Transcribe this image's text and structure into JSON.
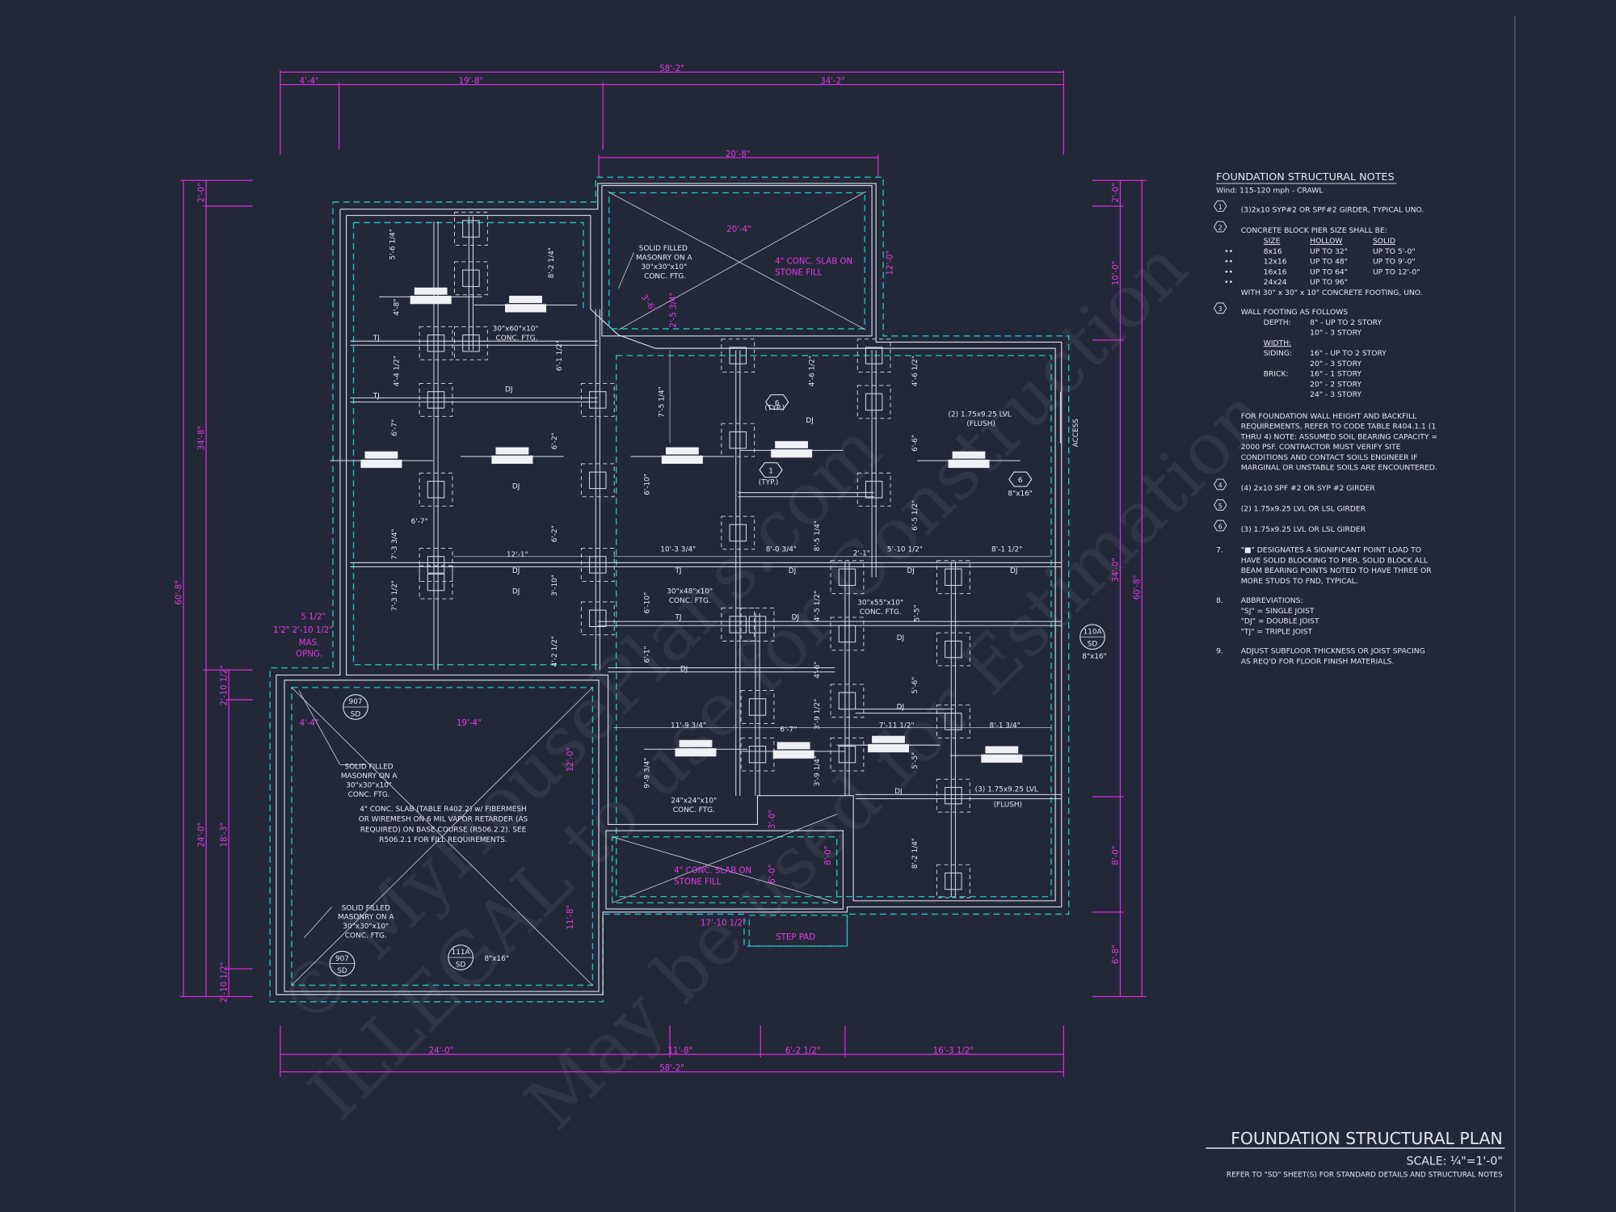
{
  "colors": {
    "background": "#232839",
    "dimension": "#d32bd6",
    "footing_dashed": "#27b9bd",
    "wall": "#d7dbe6"
  },
  "watermark": [
    "© MyHousePlans.com",
    "ILLEGAL to use for Construction",
    "May be used for Estimation"
  ],
  "title_block": {
    "title": "FOUNDATION STRUCTURAL PLAN",
    "scale": "SCALE: ¼\"=1'-0\"",
    "refer": "REFER TO \"SD\" SHEET(S) FOR STANDARD DETAILS AND STRUCTURAL NOTES"
  },
  "notes": {
    "title": "FOUNDATION STRUCTURAL NOTES",
    "subtitle": "Wind: 115-120 mph - CRAWL",
    "n1": {
      "mark": "1",
      "text": "(3)2x10 SYP#2 OR SPF#2 GIRDER, TYPICAL UNO."
    },
    "n2": {
      "mark": "2",
      "text": "CONCRETE BLOCK PIER SIZE SHALL BE:",
      "header": [
        "SIZE",
        "HOLLOW",
        "SOLID"
      ],
      "rows": [
        [
          "8x16",
          "UP TO 32\"",
          "UP TO 5'-0\""
        ],
        [
          "12x16",
          "UP TO 48\"",
          "UP TO 9'-0\""
        ],
        [
          "16x16",
          "UP TO 64\"",
          "UP TO 12'-0\""
        ],
        [
          "24x24",
          "UP TO 96\"",
          ""
        ]
      ],
      "footing": "WITH 30\" x 30\" x 10\" CONCRETE FOOTING, UNO."
    },
    "n3": {
      "mark": "3",
      "text": "WALL FOOTING AS FOLLOWS",
      "depth_label": "DEPTH:",
      "depth": [
        "8\" - UP TO 2 STORY",
        "10\" - 3 STORY"
      ],
      "width_label": "WIDTH:",
      "siding_label": "SIDING:",
      "siding": [
        "16\" - UP TO 2 STORY",
        "20\" - 3 STORY"
      ],
      "brick_label": "BRICK:",
      "brick": [
        "16\" - 1 STORY",
        "20\" - 2 STORY",
        "24\" - 3 STORY"
      ]
    },
    "backfill": [
      "FOR FOUNDATION WALL HEIGHT AND BACKFILL",
      "REQUIREMENTS, REFER TO CODE TABLE R404.1.1 (1",
      "THRU 4) NOTE: ASSUMED SOIL BEARING CAPACITY =",
      "2000 PSF. CONTRACTOR MUST VERIFY SITE",
      "CONDITIONS AND CONTACT SOILS ENGINEER IF",
      "MARGINAL OR UNSTABLE SOILS ARE ENCOUNTERED."
    ],
    "n4": {
      "mark": "4",
      "text": "(4) 2x10 SPF #2 OR SYP #2 GIRDER"
    },
    "n5": {
      "mark": "5",
      "text": "(2) 1.75x9.25 LVL OR LSL GIRDER"
    },
    "n6": {
      "mark": "6",
      "text": "(3) 1.75x9.25 LVL OR LSL GIRDER"
    },
    "n7": {
      "mark": "7.",
      "lines": [
        "\"■\" DESIGNATES A SIGNIFICANT POINT LOAD TO",
        "HAVE SOLID BLOCKING TO  PIER. SOLID BLOCK ALL",
        "BEAM BEARING POINTS NOTED TO HAVE THREE OR",
        "MORE STUDS TO FND, TYPICAL."
      ]
    },
    "n8": {
      "mark": "8.",
      "text": "ABBREVIATIONS:",
      "items": [
        "\"SJ\" = SINGLE JOIST",
        "\"DJ\" = DOUBLE JOIST",
        "\"TJ\" = TRIPLE JOIST"
      ]
    },
    "n9": {
      "mark": "9.",
      "lines": [
        "ADJUST SUBFLOOR THICKNESS OR JOIST SPACING",
        "AS REQ'D FOR FLOOR FINISH MATERIALS."
      ]
    }
  },
  "dims": {
    "top_overall": "58'-2\"",
    "top_a": "4'-4\"",
    "top_b": "19'-8\"",
    "top_c": "34'-2\"",
    "top_porch": "20'-8\"",
    "bottom_overall": "58'-2\"",
    "bottom_a": "24'-0\"",
    "bottom_b": "11'-8\"",
    "bottom_c": "6'-2 1/2\"",
    "bottom_d": "16'-3 1/2\"",
    "left_overall": "60'-8\"",
    "left_a": "2'-0\"",
    "left_b": "34'-8\"",
    "left_c": "24'-0\"",
    "left_d": "2'-10 1/2\"",
    "left_e": "18'-3\"",
    "left_f": "2'-10 1/2\"",
    "right_overall": "60'-8\"",
    "right_a": "2'-0\"",
    "right_b": "10'-0\"",
    "right_c": "34'-0\"",
    "right_d": "8'-0\"",
    "right_e": "6'-8\""
  },
  "plan": {
    "porch_top": {
      "width": "20'-4\"",
      "depth": "12'-0\"",
      "slab": [
        "4\" CONC. SLAB ON",
        "STONE FILL"
      ],
      "diag_a": "3'-6\"",
      "diag_b": "2'-5 3/4\""
    },
    "solid_filled": [
      "SOLID FILLED",
      "MASONRY ON A",
      "30\"x30\"x10\"",
      "CONC. FTG."
    ],
    "ftg_30x60": [
      "30\"x60\"x10\"",
      "CONC. FTG."
    ],
    "ftg_30x48": [
      "30\"x48\"x10\"",
      "CONC. FTG."
    ],
    "ftg_30x55": [
      "30\"x55\"x10\"",
      "CONC. FTG."
    ],
    "ftg_24x24": [
      "24\"x24\"x10\"",
      "CONC. FTG."
    ],
    "typ": "(TYP.)",
    "lvl2": [
      "(2) 1.75x9.25 LVL",
      "(FLUSH)"
    ],
    "lvl3": [
      "(3) 1.75x9.25 LVL",
      "(FLUSH)"
    ],
    "access": "ACCESS",
    "vent": "8\"x16\"",
    "tags": {
      "t110a": [
        "110A",
        "SD"
      ],
      "t907": [
        "907",
        "SD"
      ],
      "t111a": [
        "111A",
        "SD"
      ]
    },
    "hex_marks": [
      "6",
      "1"
    ],
    "mas_opng": [
      "5 1/2\"",
      "1'2\"  2'-10 1/2\"",
      "MAS.",
      "OPNG."
    ],
    "garage": {
      "width_a": "4'-4\"",
      "width_b": "19'-4\"",
      "depth_a": "12'-0\"",
      "depth_b": "11'-8\"",
      "slab_note": [
        "4\" CONC. SLAB (TABLE R402.2) w/ FIBERMESH",
        "OR WIREMESH ON 6 MIL VAPOR RETARDER (AS",
        "REQUIRED) ON BASE COURSE (R506.2.2). SEE",
        "R506.2.1 FOR FILL REQUIREMENTS."
      ]
    },
    "porch_bottom": {
      "slab": [
        "4\" CONC. SLAB ON",
        "STONE FILL"
      ],
      "width": "17'-10 1/2\"",
      "d1": "3'-0\"",
      "d2": "6'-0\"",
      "d3": "8'-0\"",
      "step_pad": "STEP PAD"
    },
    "joist_labels": {
      "tj": "TJ",
      "dj": "DJ"
    },
    "spans": [
      "5'-6 1/4\"",
      "4'-8\"",
      "4'-4 1/2\"",
      "6'-7\"",
      "7'-3 3/4\"",
      "6'-7\"",
      "7'-3 1/2\"",
      "4'-2 1/2\"",
      "8'-2 1/4\"",
      "6'-1 1/2\"",
      "6'-2\"",
      "6'-2\"",
      "3'-10\"",
      "12'-1\"",
      "7'-5 1/4\"",
      "6'-10\"",
      "10'-3 3/4\"",
      "6'-10\"",
      "6'-1\"",
      "8'-0 3/4\"",
      "8'-5 1/4\"",
      "2'-1\"",
      "5'-10 1/2\"",
      "8'-1 1/2\"",
      "4'-6 1/2\"",
      "4'-6 1/2\"",
      "6'-6\"",
      "6'-5 1/2\"",
      "4'-5 1/2\"",
      "5'-5\"",
      "5'-6\"",
      "4'-6\"",
      "3'-9 1/2\"",
      "3'-9 1/4\"",
      "11'-9 3/4\"",
      "6'-7\"",
      "7'-11 1/2\"",
      "8'-1 3/4\"",
      "9'-9 3/4\"",
      "5'-5\"",
      "8'-2 1/4\""
    ]
  }
}
